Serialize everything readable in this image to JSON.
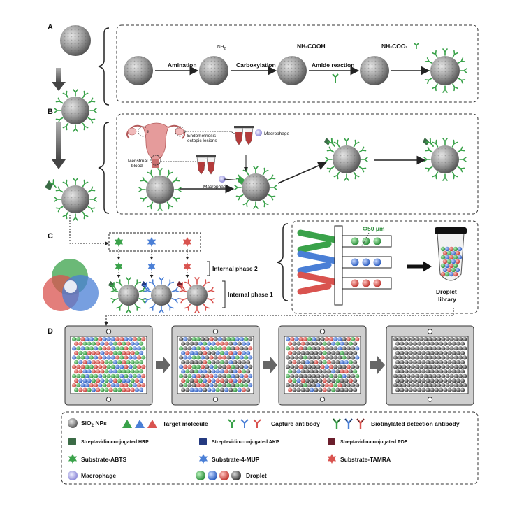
{
  "panels": {
    "a": "A",
    "b": "B",
    "c": "C",
    "d": "D"
  },
  "panel_a": {
    "amination": "Amination",
    "nh2": "NH",
    "nh2_sub": "2",
    "carboxylation": "Carboxylation",
    "nh_cooh": "NH-COOH",
    "amide": "Amide reaction",
    "nh_coo": "NH-COO-"
  },
  "panel_b": {
    "endo_1": "Endometriosis",
    "endo_2": "ectopic lesions",
    "macrophage_top": "Macrophage",
    "menstrual_1": "Menstrual",
    "menstrual_2": "blood",
    "macrophage_bottom": "Macrophage"
  },
  "panel_c": {
    "internal_2": "Internal phase 2",
    "internal_1": "Internal phase 1",
    "diameter": "Φ50 μm",
    "droplet_1": "Droplet",
    "droplet_2": "library"
  },
  "legend": {
    "sio2": "SiO",
    "sio2_sub": "2",
    "sio2_tail": " NPs",
    "target": "Target molecule",
    "capture": "Capture antibody",
    "biotin": "Biotinylated detection antibody",
    "hrp": "Streptavidin-conjugated HRP",
    "akp": "Streptavidin-conjugated AKP",
    "pde": "Streptavidin-conjugated PDE",
    "abts": "Substrate-ABTS",
    "mup": "Substrate-4-MUP",
    "tamra": "Substrate-TAMRA",
    "macrophage": "Macrophage",
    "droplet": "Droplet"
  },
  "colors": {
    "green": "#3aa24a",
    "blue": "#4a7fd6",
    "red": "#d9534f",
    "gray": "#555555",
    "hrp": "#3b6b46",
    "akp": "#243a80",
    "pde": "#6b1e2c",
    "macrophage": "#a9a6e0"
  }
}
